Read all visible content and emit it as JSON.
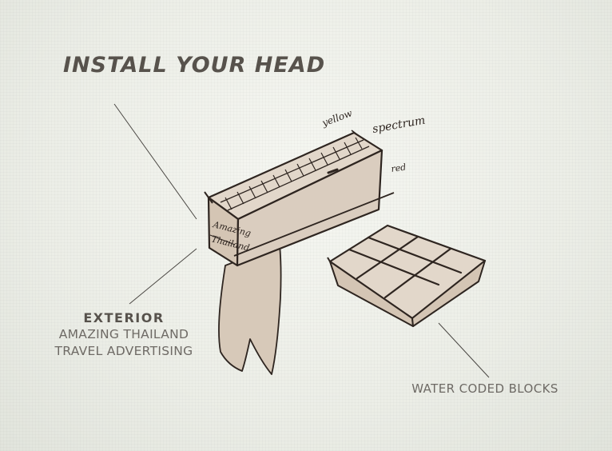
{
  "slide": {
    "title": "INSTALL YOUR HEAD"
  },
  "sketch": {
    "top_labels": {
      "yellow": "yellow",
      "spectrum": "spectrum",
      "red": "red"
    },
    "front_text": [
      "Amazing",
      "Thailand"
    ]
  },
  "labels": {
    "exterior": {
      "heading": "EXTERIOR",
      "line1": "AMAZING THAILAND",
      "line2": "TRAVEL ADVERTISING"
    },
    "blocks": "WATER CODED BLOCKS"
  },
  "colors": {
    "background": "#eceee7",
    "title": "#57524c",
    "label": "#6e6a65",
    "sketch_fill": "#d7c9b9",
    "sketch_stroke": "#2e2520",
    "leader_line": "#4a4743"
  }
}
